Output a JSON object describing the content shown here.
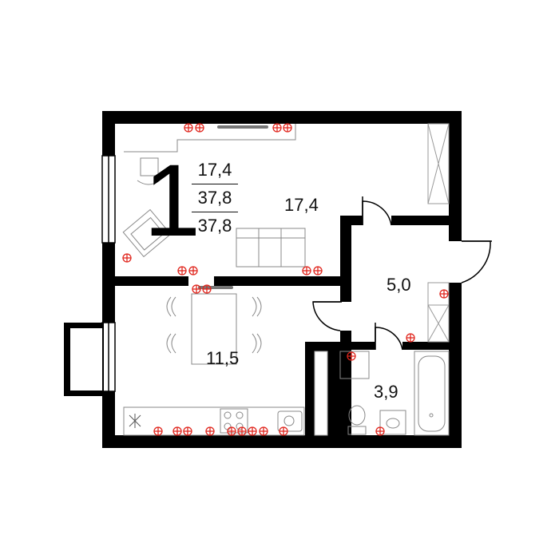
{
  "plan": {
    "room_count": "1",
    "summary": {
      "living_area": "17,4",
      "total_area": "37,8",
      "total_area_2": "37,8"
    },
    "rooms": [
      {
        "id": "living-room",
        "area": "17,4"
      },
      {
        "id": "hallway",
        "area": "5,0"
      },
      {
        "id": "kitchen",
        "area": "11,5"
      },
      {
        "id": "bathroom",
        "area": "3,9"
      }
    ]
  },
  "colors": {
    "wall": "#000000",
    "furniture": "#777777",
    "socket": "#e0241b",
    "background": "#ffffff"
  }
}
